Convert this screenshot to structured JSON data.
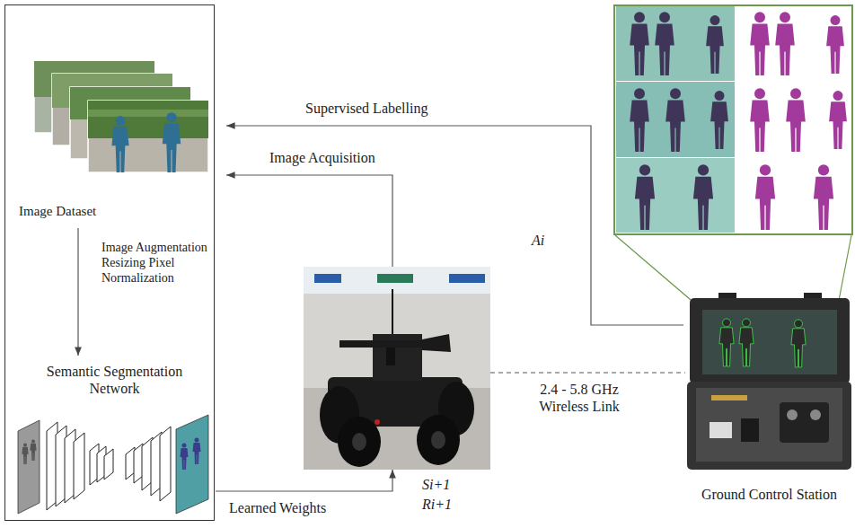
{
  "diagram": {
    "nodes": [
      {
        "text": [
          "Image Dataset"
        ]
      },
      {
        "text": [
          "Semantic Segmentation Network"
        ]
      },
      {
        "text": []
      },
      {
        "text": [
          "Ground Control Station"
        ]
      }
    ],
    "edges": [
      {
        "from": 0,
        "to": 1,
        "arrow": "to",
        "label": "Image Augmentation Resizing Pixel Normalization"
      },
      {
        "from": 3,
        "to": 0,
        "arrow": "to",
        "label": "Supervised Labelling"
      },
      {
        "from": 2,
        "to": 0,
        "arrow": "to",
        "label": "Image Acquisition"
      },
      {
        "from": 2,
        "to": 3,
        "arrow": "none",
        "label": "2.4 - 5.8 GHz Wireless Link"
      },
      {
        "from": 1,
        "to": 2,
        "arrow": "to",
        "label": "Learned Weights"
      }
    ],
    "labels": [
      "Ai",
      "Si+1",
      "Ri+1"
    ]
  }
}
